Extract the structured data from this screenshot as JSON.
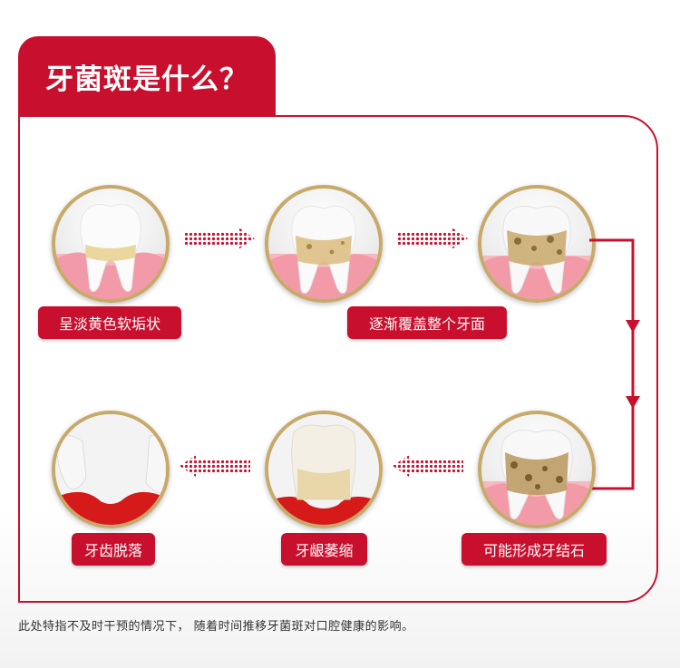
{
  "header": {
    "title": "牙菌斑是什么？"
  },
  "stages": [
    {
      "label": "呈淡黄色软垢状"
    },
    {
      "label": "逐渐覆盖整个牙面"
    },
    {
      "label": "可能形成牙结石"
    },
    {
      "label": "牙龈萎缩"
    },
    {
      "label": "牙齿脱落"
    }
  ],
  "footer": {
    "caption": "此处特指不及时干预的情况下，  随着时间推移牙菌斑对口腔健康的影响。"
  },
  "colors": {
    "brand_red": "#c8102e",
    "gold_ring": "#c7a96a",
    "gum_pink": "#f4a3ad",
    "plaque": "#e0c27a"
  }
}
